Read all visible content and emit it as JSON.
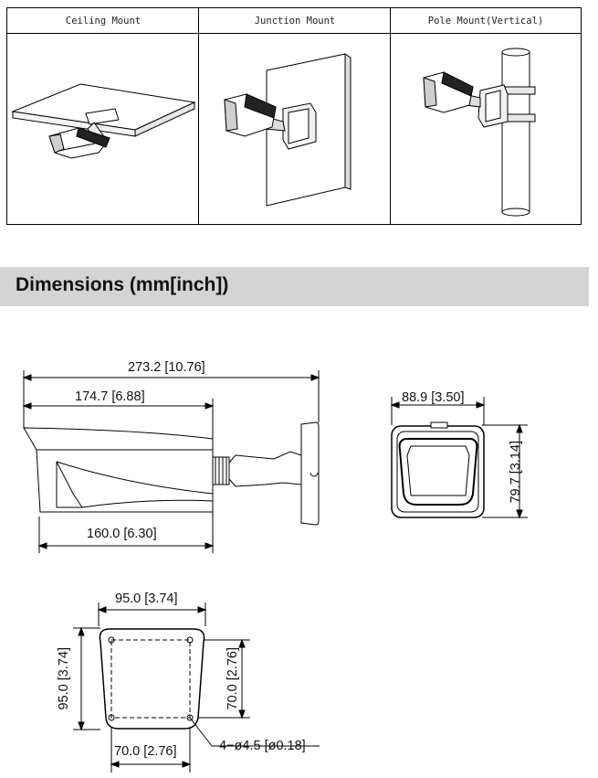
{
  "mount_table": {
    "columns": [
      {
        "label": "Ceiling Mount"
      },
      {
        "label": "Junction Mount"
      },
      {
        "label": "Pole Mount(Vertical)"
      }
    ]
  },
  "section": {
    "title": "Dimensions (mm[inch])"
  },
  "dimensions": {
    "side_total_length": "273.2 [10.76]",
    "side_body_length": "174.7 [6.88]",
    "side_bottom_length": "160.0 [6.30]",
    "front_width": "88.9 [3.50]",
    "front_height": "79.7 [3.14]",
    "base_width": "95.0 [3.74]",
    "base_height": "95.0 [3.74]",
    "base_hole_spacing_v": "70.0 [2.76]",
    "base_hole_spacing_h": "70.0 [2.76]",
    "base_holes": "4−ø4.5 [ø0.18]"
  }
}
